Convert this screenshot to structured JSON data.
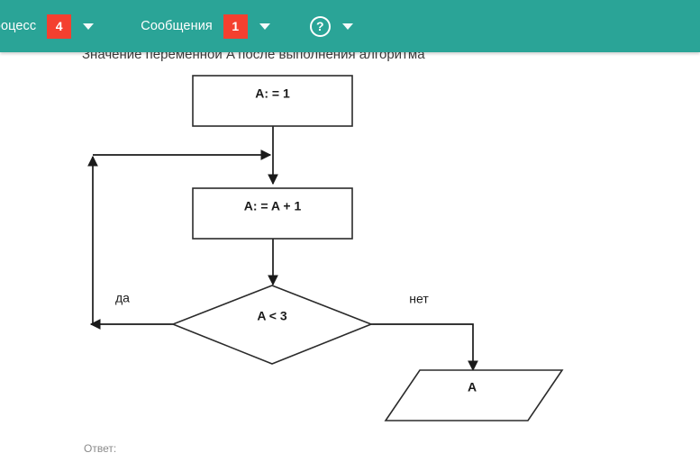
{
  "topbar": {
    "background_color": "#2aa497",
    "badge_color": "#f4402f",
    "items": [
      {
        "label": "ый процесс",
        "badge": "4",
        "has_caret": true
      },
      {
        "label": "Сообщения",
        "badge": "1",
        "has_caret": true
      }
    ],
    "help": {
      "glyph": "?",
      "has_caret": true
    }
  },
  "page": {
    "question_title": "Значение переменной A после выполнения алгоритма",
    "answer_label": "Ответ:"
  },
  "flowchart": {
    "nodes": [
      {
        "id": "assign-init",
        "shape": "rectangle",
        "text": "A: = 1"
      },
      {
        "id": "assign-increment",
        "shape": "rectangle",
        "text": "A: = A + 1"
      },
      {
        "id": "decision",
        "shape": "diamond",
        "text": "A < 3"
      },
      {
        "id": "output",
        "shape": "parallelogram",
        "text": "A"
      }
    ],
    "branch_labels": {
      "yes": "да",
      "no": "нет"
    },
    "line_color": "#1a1a1a",
    "fill_color": "#ffffff"
  }
}
